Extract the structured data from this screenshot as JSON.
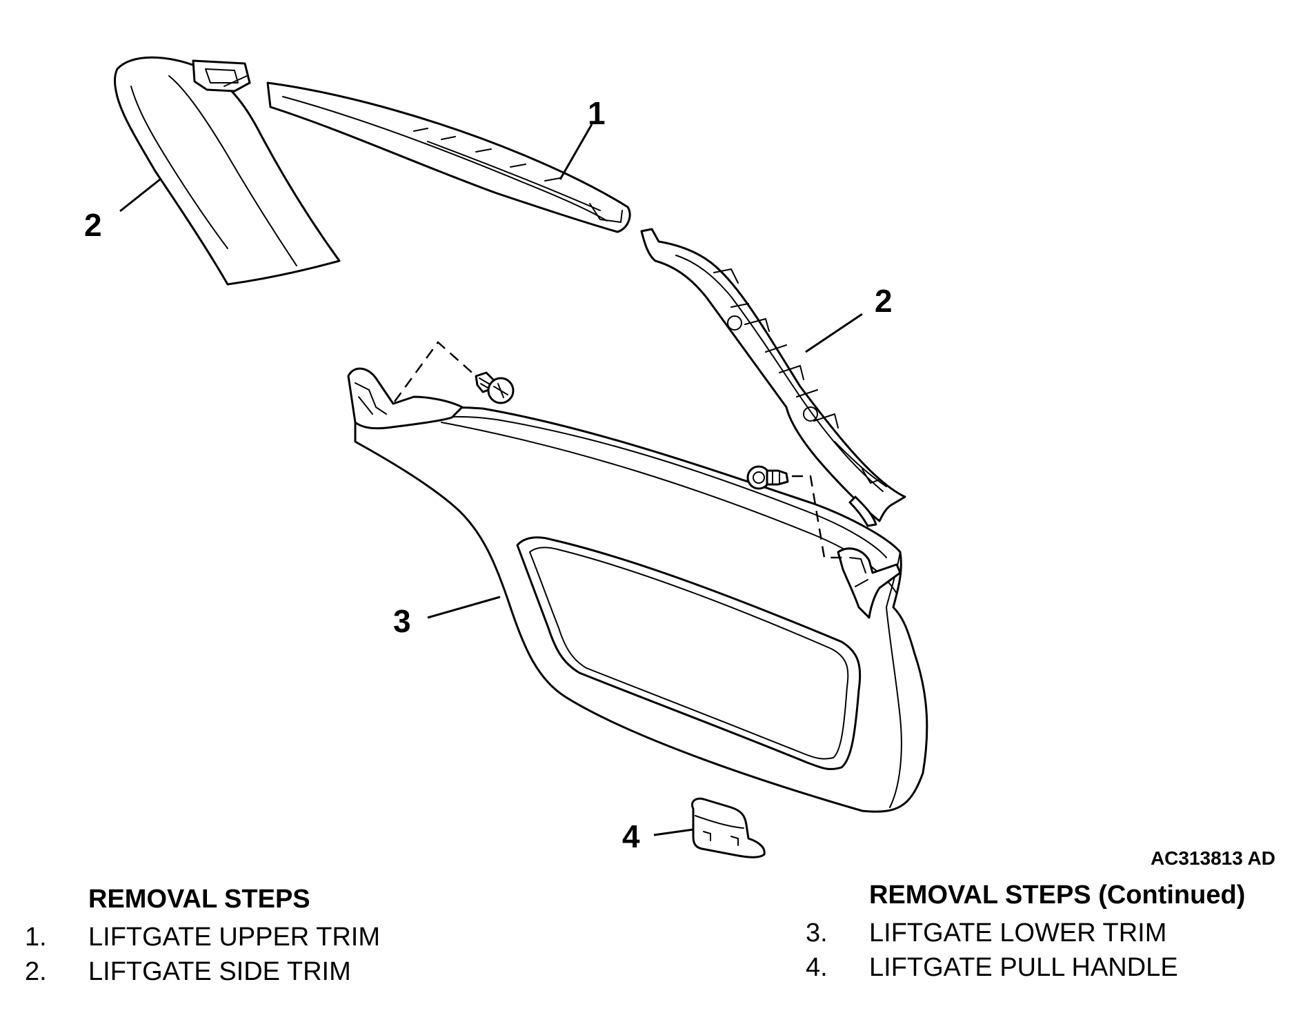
{
  "figure": {
    "code": "AC313813 AD",
    "callouts": {
      "upper_trim": "1",
      "side_trim_left": "2",
      "side_trim_right": "2",
      "lower_trim": "3",
      "pull_handle": "4"
    }
  },
  "removal_steps_left": {
    "title": "REMOVAL STEPS",
    "steps": [
      {
        "num": "1.",
        "label": "LIFTGATE UPPER TRIM"
      },
      {
        "num": "2.",
        "label": "LIFTGATE SIDE TRIM"
      }
    ]
  },
  "removal_steps_right": {
    "title": "REMOVAL STEPS (Continued)",
    "steps": [
      {
        "num": "3.",
        "label": "LIFTGATE LOWER TRIM"
      },
      {
        "num": "4.",
        "label": "LIFTGATE PULL HANDLE"
      }
    ]
  }
}
